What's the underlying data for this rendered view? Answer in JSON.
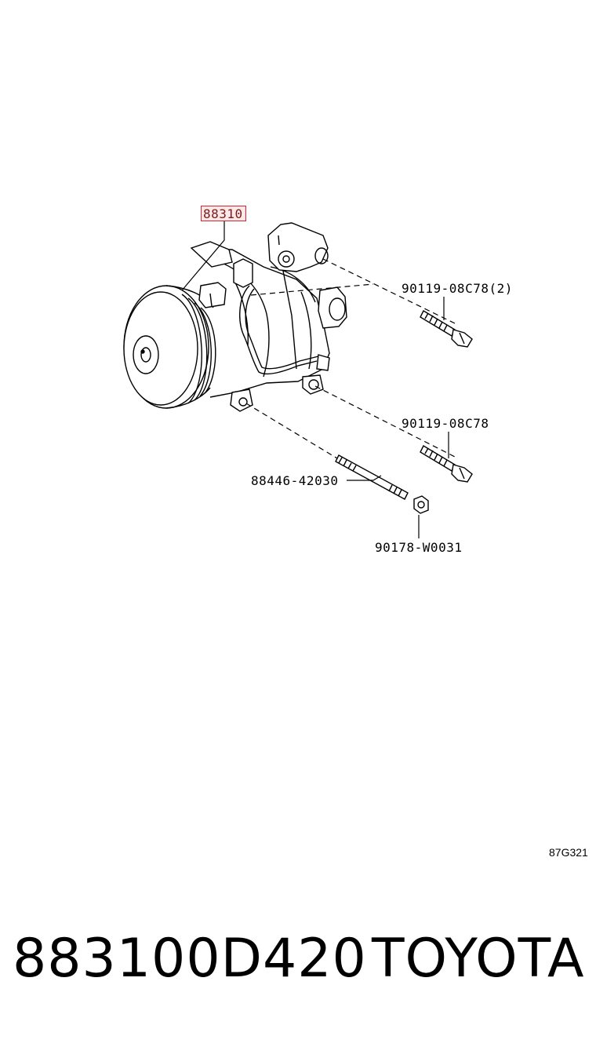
{
  "diagram": {
    "highlighted_part": "88310",
    "callouts": {
      "bolt_upper": "90119-08C78(2)",
      "bolt_lower": "90119-08C78",
      "stud": "88446-42030",
      "nut": "90178-W0031"
    },
    "reference_code": "87G321"
  },
  "footer": {
    "part_number": "883100D420",
    "brand": "TOYOTA"
  },
  "colors": {
    "highlight_border": "#d8262e",
    "highlight_text": "#7a1a1a",
    "line": "#000000"
  }
}
